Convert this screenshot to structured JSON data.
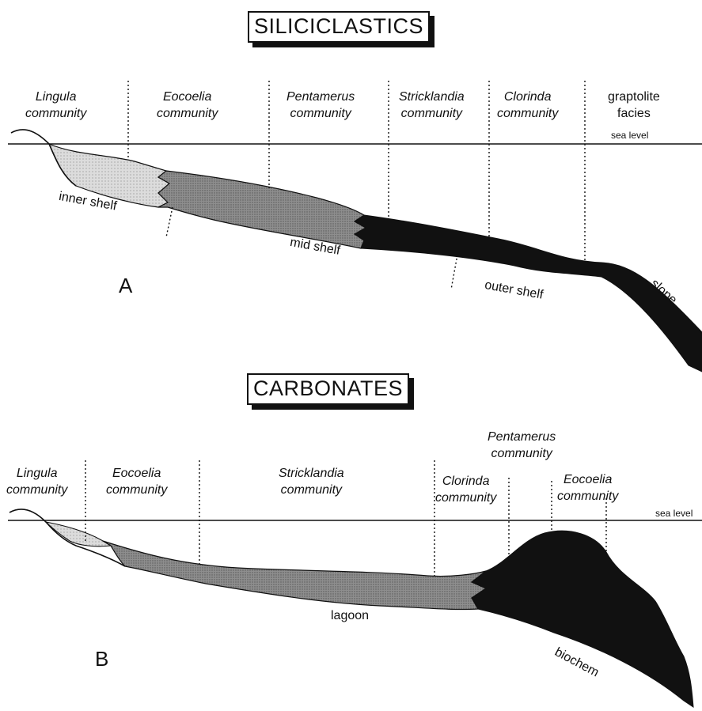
{
  "panel_a": {
    "title": "SILICICLASTICS",
    "label": "A",
    "communities": [
      {
        "genus": "Lingula",
        "word": "community"
      },
      {
        "genus": "Eocoelia",
        "word": "community"
      },
      {
        "genus": "Pentamerus",
        "word": "community"
      },
      {
        "genus": "Stricklandia",
        "word": "community"
      },
      {
        "genus": "Clorinda",
        "word": "community"
      },
      {
        "genus": "graptolite",
        "word": "facies"
      }
    ],
    "sea_level": "sea level",
    "zones": {
      "inner": "inner shelf",
      "mid": "mid shelf",
      "outer": "outer shelf",
      "slope": "slope"
    }
  },
  "panel_b": {
    "title": "CARBONATES",
    "label": "B",
    "communities": [
      {
        "genus": "Lingula",
        "word": "community"
      },
      {
        "genus": "Eocoelia",
        "word": "community"
      },
      {
        "genus": "Stricklandia",
        "word": "community"
      },
      {
        "genus": "Clorinda",
        "word": "community"
      },
      {
        "genus": "Pentamerus",
        "word": "community"
      },
      {
        "genus": "Eocoelia",
        "word": "community"
      }
    ],
    "sea_level": "sea level",
    "zones": {
      "lagoon": "lagoon",
      "biochem": "biochem"
    }
  },
  "colors": {
    "ink": "#111111",
    "inner_fill": "#d2d2d2",
    "mid_fill": "#858585",
    "outer_fill": "#111111"
  }
}
